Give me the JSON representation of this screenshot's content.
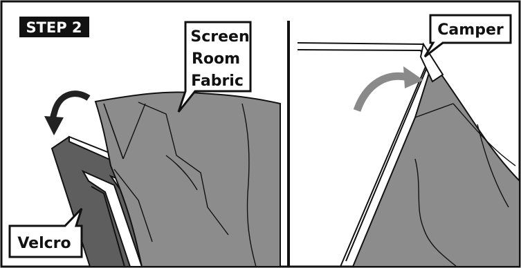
{
  "step_badge": {
    "label": "STEP 2"
  },
  "callouts": {
    "screen_room_fabric": [
      "Screen",
      "Room",
      "Fabric"
    ],
    "velcro": "Velcro",
    "camper": "Camper"
  },
  "colors": {
    "fabric": "#8c8c8c",
    "fabric_fold": "#7a7a7a",
    "arrow_left": "#222222",
    "arrow_right": "#8a8a8a",
    "outline": "#111111",
    "badge_bg": "#111111"
  },
  "icons": {
    "left_arrow": "curved-arrow-left-icon",
    "right_arrow": "curved-arrow-right-icon"
  }
}
